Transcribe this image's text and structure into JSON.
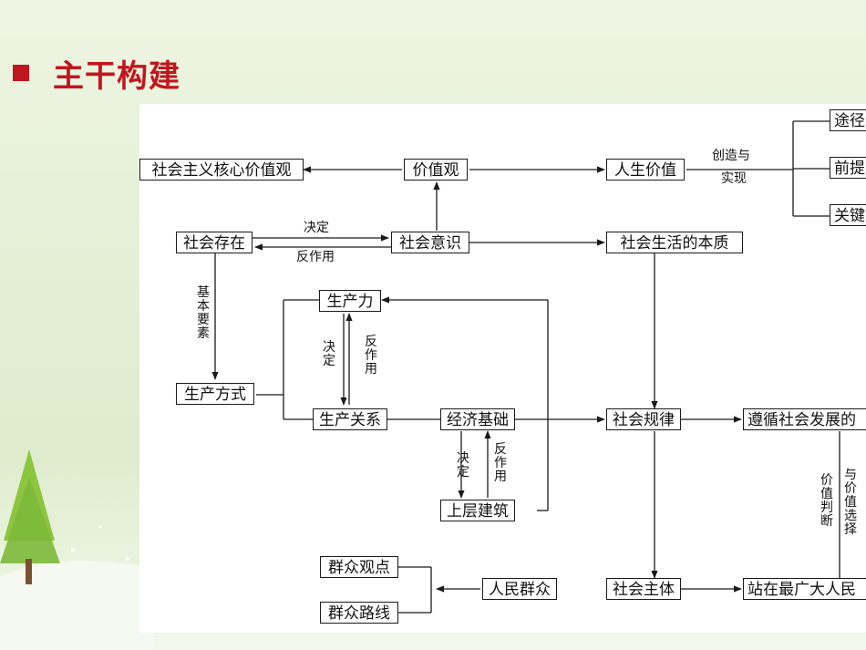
{
  "header": {
    "title": "主干构建"
  },
  "nodes": {
    "core_values": "社会主义核心价值观",
    "values": "价值观",
    "life_value": "人生价值",
    "path": "途径",
    "premise": "前提",
    "key": "关键",
    "social_existence": "社会存在",
    "social_consciousness": "社会意识",
    "social_life_essence": "社会生活的本质",
    "productivity": "生产力",
    "production_mode": "生产方式",
    "production_relations": "生产关系",
    "economic_base": "经济基础",
    "superstructure": "上层建筑",
    "social_laws": "社会规律",
    "follow_development": "遵循社会发展的",
    "mass_viewpoint": "群众观点",
    "mass_line": "群众路线",
    "people_masses": "人民群众",
    "social_subject": "社会主体",
    "stand_people": "站在最广大人民"
  },
  "labels": {
    "create_realize_1": "创造与",
    "create_realize_2": "实现",
    "determine": "决定",
    "react": "反作用",
    "basic_elements": "基本要素",
    "value_judgment": "价值判断",
    "with_value_choice": "与价值选择"
  },
  "colors": {
    "accent": "#c0161f",
    "line": "#1a1a1a"
  }
}
